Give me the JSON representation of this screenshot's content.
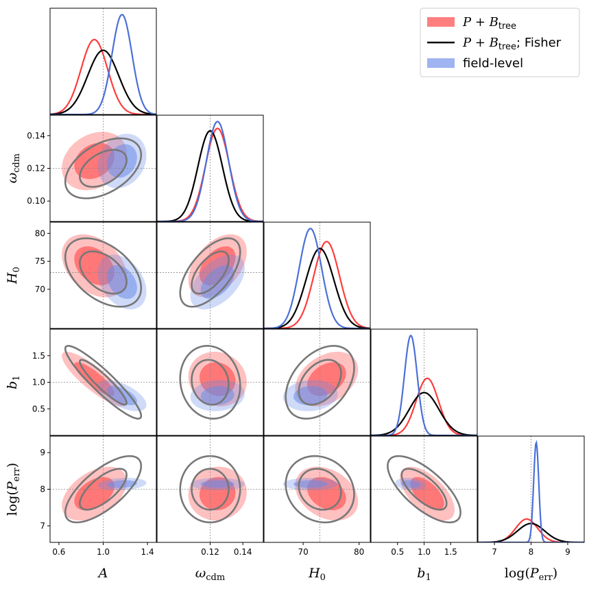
{
  "chart_data": {
    "type": "corner",
    "parameters": [
      {
        "name": "A",
        "sub": "",
        "fiducial": 1.0,
        "range": [
          0.52,
          1.48
        ],
        "ticks": [
          0.6,
          1.0,
          1.4
        ],
        "tick_labels": [
          "0.6",
          "1.0",
          "1.4"
        ],
        "label_prefix": "",
        "label_suffix": ""
      },
      {
        "name": "ω",
        "sub": "cdm",
        "fiducial": 0.12,
        "range": [
          0.0875,
          0.1525
        ],
        "ticks": [
          0.12,
          0.14
        ],
        "tick_labels": [
          "0.12",
          "0.14"
        ],
        "y_ticks": [
          0.1,
          0.12,
          0.14
        ],
        "y_tick_labels": [
          "0.10",
          "0.12",
          "0.14"
        ],
        "label_prefix": "",
        "label_suffix": ""
      },
      {
        "name": "H",
        "sub": "0",
        "fiducial": 73.0,
        "range": [
          63.0,
          82.0
        ],
        "ticks": [
          70,
          80
        ],
        "tick_labels": [
          "70",
          "80"
        ],
        "y_ticks": [
          70,
          75,
          80
        ],
        "y_tick_labels": [
          "70",
          "75",
          "80"
        ],
        "label_prefix": "",
        "label_suffix": ""
      },
      {
        "name": "b",
        "sub": "1",
        "fiducial": 1.0,
        "range": [
          0.0,
          2.0
        ],
        "ticks": [
          0.5,
          1.0,
          1.5
        ],
        "tick_labels": [
          "0.5",
          "1.0",
          "1.5"
        ],
        "label_prefix": "",
        "label_suffix": ""
      },
      {
        "name": "P",
        "sub": "err",
        "fiducial": 8.0,
        "range": [
          6.55,
          9.45
        ],
        "ticks": [
          7,
          8,
          9
        ],
        "tick_labels": [
          "7",
          "8",
          "9"
        ],
        "label_prefix": "log(",
        "label_suffix": ")"
      }
    ],
    "series": [
      {
        "name": "P + B_tree",
        "legend_main": "P + B",
        "legend_sub": "tree",
        "legend_after": "",
        "style": "filled",
        "color": "#ff3b3b",
        "means": [
          0.92,
          0.1245,
          74.2,
          1.06,
          7.88
        ],
        "sigmas": [
          0.12,
          0.0073,
          2.3,
          0.21,
          0.3
        ],
        "corr": [
          [
            1,
            0.25,
            -0.35,
            -0.85,
            0.45
          ],
          [
            0.25,
            1,
            0.45,
            -0.1,
            0.05
          ],
          [
            -0.35,
            0.45,
            1,
            0.35,
            -0.3
          ],
          [
            -0.85,
            -0.1,
            0.35,
            1,
            -0.6
          ],
          [
            0.45,
            0.05,
            -0.3,
            -0.6,
            1
          ]
        ]
      },
      {
        "name": "P + B_tree; Fisher",
        "legend_main": "P + B",
        "legend_sub": "tree",
        "legend_after": "; Fisher",
        "style": "line",
        "color": "#000000",
        "contour_color": "#777777",
        "means": [
          1.0,
          0.12,
          73.0,
          1.0,
          8.0
        ],
        "sigmas": [
          0.14,
          0.0075,
          2.5,
          0.28,
          0.37
        ],
        "corr": [
          [
            1,
            0.45,
            -0.45,
            -0.92,
            0.7
          ],
          [
            0.45,
            1,
            0.6,
            -0.1,
            0.0
          ],
          [
            -0.45,
            0.6,
            1,
            0.4,
            -0.15
          ],
          [
            -0.92,
            -0.1,
            0.4,
            1,
            -0.7
          ],
          [
            0.7,
            0.0,
            -0.15,
            -0.7,
            1
          ]
        ]
      },
      {
        "name": "field-level",
        "legend_main": "field-level",
        "legend_sub": "",
        "legend_after": "",
        "style": "filled",
        "color": "#6b8ce8",
        "line_color": "#4a6fd8",
        "means": [
          1.17,
          0.1245,
          71.3,
          0.75,
          8.14
        ],
        "sigmas": [
          0.09,
          0.0068,
          2.0,
          0.12,
          0.07
        ],
        "corr": [
          [
            1,
            0.2,
            -0.35,
            -0.6,
            0.2
          ],
          [
            0.2,
            1,
            0.5,
            0.1,
            0.0
          ],
          [
            -0.35,
            0.5,
            1,
            0.1,
            0.0
          ],
          [
            -0.6,
            0.1,
            0.1,
            1,
            -0.2
          ],
          [
            0.2,
            0.0,
            0.0,
            -0.2,
            1
          ]
        ]
      }
    ],
    "legend_position": "top-right",
    "fiducial_lines": true,
    "grid": false
  }
}
